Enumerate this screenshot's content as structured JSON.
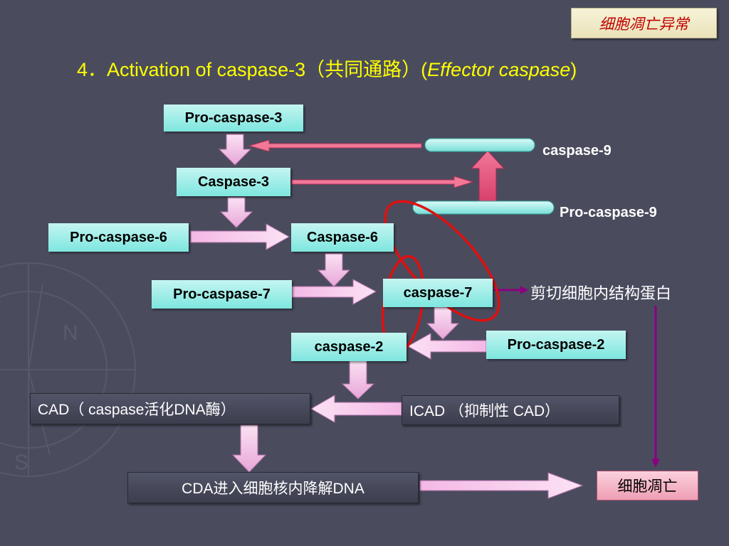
{
  "corner_badge": "细胞凋亡异常",
  "title": {
    "prefix": "4．Activation of caspase-3（共同通路）(",
    "italic": "Effector caspase",
    "suffix": ")"
  },
  "nodes": {
    "pro_caspase_3": "Pro-caspase-3",
    "caspase_3": "Caspase-3",
    "caspase_9": "caspase-9",
    "pro_caspase_9": "Pro-caspase-9",
    "pro_caspase_6": "Pro-caspase-6",
    "caspase_6": "Caspase-6",
    "pro_caspase_7": "Pro-caspase-7",
    "caspase_7": "caspase-7",
    "cleave_proteins": "剪切细胞内结构蛋白",
    "caspase_2": "caspase-2",
    "pro_caspase_2": "Pro-caspase-2",
    "cad": "CAD（ caspase活化DNA酶）",
    "icad": "ICAD （抑制性 CAD）",
    "cda_dna": "CDA进入细胞核内降解DNA",
    "apoptosis": "细胞凋亡"
  },
  "colors": {
    "background": "#4a4c5e",
    "title": "#ffff00",
    "node_cyan": "#7ee6df",
    "arrow_pink": "#f2bce6",
    "arrow_red": "#e8547a",
    "highlight_ellipse": "#e01010",
    "purple_arrow": "#8b0080"
  }
}
